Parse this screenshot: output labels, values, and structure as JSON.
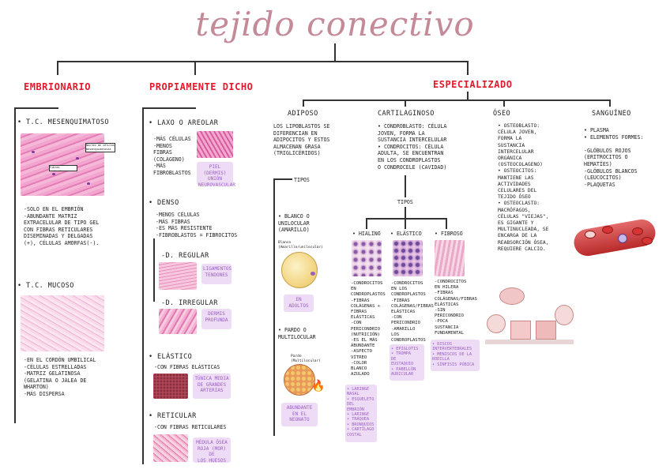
{
  "title": "tejido conectivo",
  "headers": {
    "embrionario": "EMBRIONARIO",
    "propiamente": "PROPIAMENTE DICHO",
    "especializado": "ESPECIALIZADO"
  },
  "embrionario": {
    "mes": {
      "label": "• T.C. MESENQUIMATOSO",
      "lab1": "Núcleo de células mesenquimatosas",
      "lab2": "Fibras reticulares",
      "desc": "-SOLO EN EL EMBRIÓN\n-ABUNDANTE MATRIZ\nEXTRACELULAR DE TIPO GEL\nCON FIBRAS RETICULARES\nDISEMINADAS Y DELGADAS\n(+), CÉLULAS AMORFAS(-)."
    },
    "mucoso": {
      "label": "• T.C. MUCOSO",
      "desc": "-EN EL CORDÓN UMBILICAL\n-CÉLULAS ESTRELLADAS\n-MATRIZ GELATINOSA\n(GELATINA O JALEA DE\nWHARTON)\n-MÁS DISPERSA"
    }
  },
  "propiamente": {
    "laxo": {
      "label": "• LAXO O AREOLAR",
      "desc": "-MÁS CÉLULAS\n-MENOS\nFIBRAS\n(COLÁGENO)\n-MÁS\nFIBROBLASTOS",
      "pill": "PIEL (DERMIS)\nUNIÓN\nNEUROVASCULAR"
    },
    "denso": {
      "label": "• DENSO",
      "desc": "-MENOS CÉLULAS\n-MÁS FIBRAS\n-ES MÁS RESISTENTE\n-FIBROBLASTOS = FIBROCITOS"
    },
    "regular": {
      "label": "-D. REGULAR",
      "pill": "LIGAMENTOS\nTENDONES"
    },
    "irregular": {
      "label": "-D. IRREGULAR",
      "pill": "DERMIS\nPROFUNDA"
    },
    "elastico": {
      "label": "• ELÁSTICO",
      "desc": "-CON FIBRAS ELÁSTICAS",
      "pill": "TÚNICA MEDIA\nDE GRANDES\nARTERIAS"
    },
    "reticular": {
      "label": "• RETICULAR",
      "desc": "-CON FIBRAS RETICULARES",
      "pill": "MÉDULA ÓSEA\nROJA (MOR) DE\nLOS HUESOS"
    }
  },
  "especializado": {
    "adiposo": {
      "label": "ADIPOSO",
      "desc": "LOS LIPOBLASTOS SE\nDIFERENCIAN EN\nADIPOCITOS Y ESTOS\nALMACENAN GRASA\n(TRIGLICÉRIDOS)",
      "tipos": "TIPOS",
      "blanco": {
        "label": "• BLANCO O\nUNILOCULAR\n(AMARILLO)",
        "cap": "Blanco\n(Amarillo/unilocular)",
        "pill": "EN\nADULTOS"
      },
      "pardo": {
        "label": "• PARDO O\nMULTILOCULAR",
        "cap": "Pardo\n(Multilocular)",
        "pill": "ABUNDANTE\nEN EL\nNEONATO"
      }
    },
    "cartilaginoso": {
      "label": "CARTILAGINOSO",
      "desc": "• CONDROBLASTO: CÉLULA\nJOVEN, FORMA LA\nSUSTANCIA INTERCELULAR\n• CONDROCITOS: CÉLULA\nADULTA, SE ENCUENTRAN\nEN LOS CONDROPLASTOS\nO CONDROCELE (CAVIDAD)",
      "tipos": "TIPOS",
      "hialino": {
        "label": "• HIALINO",
        "desc": "-CONDROCITOS\nEN\nCONDROPLASTOS\n-FIBRAS\nCOLÁGENAS +\nFIBRAS\nELÁSTICAS\n-CON\nPERICONDRIO\n(NUTRICIÓN)\n-ES EL MÁS\nABUNDANTE\n-ASPECTO\nVÍTREO\n-COLOR\nBLANCO\nAZULADO",
        "pill": "• LARINGE\nNASAL\n• ESQUELETO\nDEL\nEMBRIÓN\n• LARINGE\n• TRÁQUEA\n• BRONQUIOS\n• CARTÍLAGO\nCOSTAL"
      },
      "elastico": {
        "label": "• ELÁSTICO",
        "desc": "-CONDROCITOS\nEN LOS\nCONDROPLASTOS\n-FIBRAS\nCOLÁGENAS/FIBRAS\nELÁSTICAS\n-CON\nPERICONDRIO\n-AMARILLO\nLOS\nCONDROPLASTOS",
        "pill": "• EPIGLOTIS\n• TROMPA\nDE\nEUSTAQUIO\n• PABELLÓN\nAURICULAR"
      },
      "fibroso": {
        "label": "• FIBROSO",
        "desc": "-CONDROCITOS\nEN HILERA\n-FIBRAS\nCOLÁGENAS/FIBRAS\nELÁSTICAS\n-SIN\nPERICONDRIO\n-POCA\nSUSTANCIA\nFUNDAMENTAL",
        "pill": "• DISCOS\nINTERVERTEBRALES\n• MENISCOS DE LA\nRODILLA\n• SÍNFISIS PÚBICA"
      }
    },
    "oseo": {
      "label": "ÓSEO",
      "desc": "• OSTEOBLASTO:\nCÉLULA JOVEN,\nFORMA LA\nSUSTANCIA\nINTERCELULAR\nORGÁNICA\n(OSTEOCOLAGENO)\n• OSTEOCITOS:\nMANTIENE LAS\nACTIVIDADES\nCELULARES DEL\nTEJIDO ÓSEO\n• OSTEOCLASTO:\nMACRÓFAGOS,\nCÉLULAS \"VIEJAS\",\nES GIGANTE Y\nMULTINUCLEADA, SE\nENCARGA DE LA\nREABSORCIÓN ÓSEA,\nREQUIERE CALCIO."
    },
    "sanguineo": {
      "label": "SANGUÍNEO",
      "desc": "• PLASMA\n• ELEMENTOS FORMES:\n\n-GLÓBULOS ROJOS\n(ERITROCITOS O\nHEMATÍES)\n-GLÓBULOS BLANCOS\n(LEUCOCITOS)\n-PLAQUETAS"
    }
  },
  "colors": {
    "title": "#c48a98",
    "header": "#e11b2c",
    "pill_bg": "#eedcf6",
    "pill_text": "#9b5fc4",
    "tissue": "#e58bb8"
  }
}
